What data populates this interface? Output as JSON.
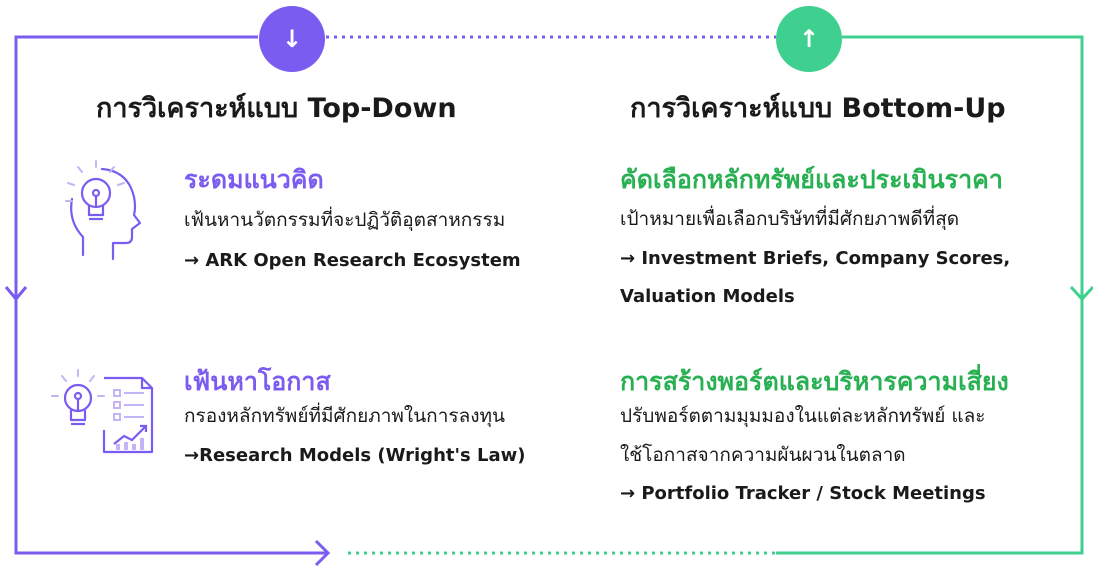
{
  "header": {
    "down_icon": "arrow-down-icon",
    "up_icon": "arrow-up-icon",
    "down_glyph": "↓",
    "up_glyph": "↑"
  },
  "colors": {
    "purple": "#7b5cf0",
    "green": "#3fcf8e",
    "green_text": "#28b052"
  },
  "top_down": {
    "title": "การวิเคราะห์แบบ Top-Down",
    "sections": [
      {
        "icon": "head-lightbulb-icon",
        "heading": "ระดมแนวคิด",
        "description": "เฟ้นหานวัตกรรมที่จะปฏิวัติอุตสาหกรรม",
        "reference": "→ ARK Open Research Ecosystem"
      },
      {
        "icon": "lightbulb-document-chart-icon",
        "heading": "เฟ้นหาโอกาส",
        "description": "กรองหลักทรัพย์ที่มีศักยภาพในการลงทุน",
        "reference": "→Research Models (Wright's Law)"
      }
    ]
  },
  "bottom_up": {
    "title": "การวิเคราะห์แบบ Bottom-Up",
    "sections": [
      {
        "heading": "คัดเลือกหลักทรัพย์และประเมินราคา",
        "description": "เป้าหมายเพื่อเลือกบริษัทที่มีศักยภาพดีที่สุด",
        "reference_line1": "→ Investment Briefs, Company Scores,",
        "reference_line2": "Valuation Models"
      },
      {
        "heading": "การสร้างพอร์ตและบริหารความเสี่ยง",
        "description_line1": "ปรับพอร์ตตามมุมมองในแต่ละหลักทรัพย์ และ",
        "description_line2": "ใช้โอกาสจากความผันผวนในตลาด",
        "reference": "→ Portfolio Tracker / Stock Meetings"
      }
    ]
  }
}
